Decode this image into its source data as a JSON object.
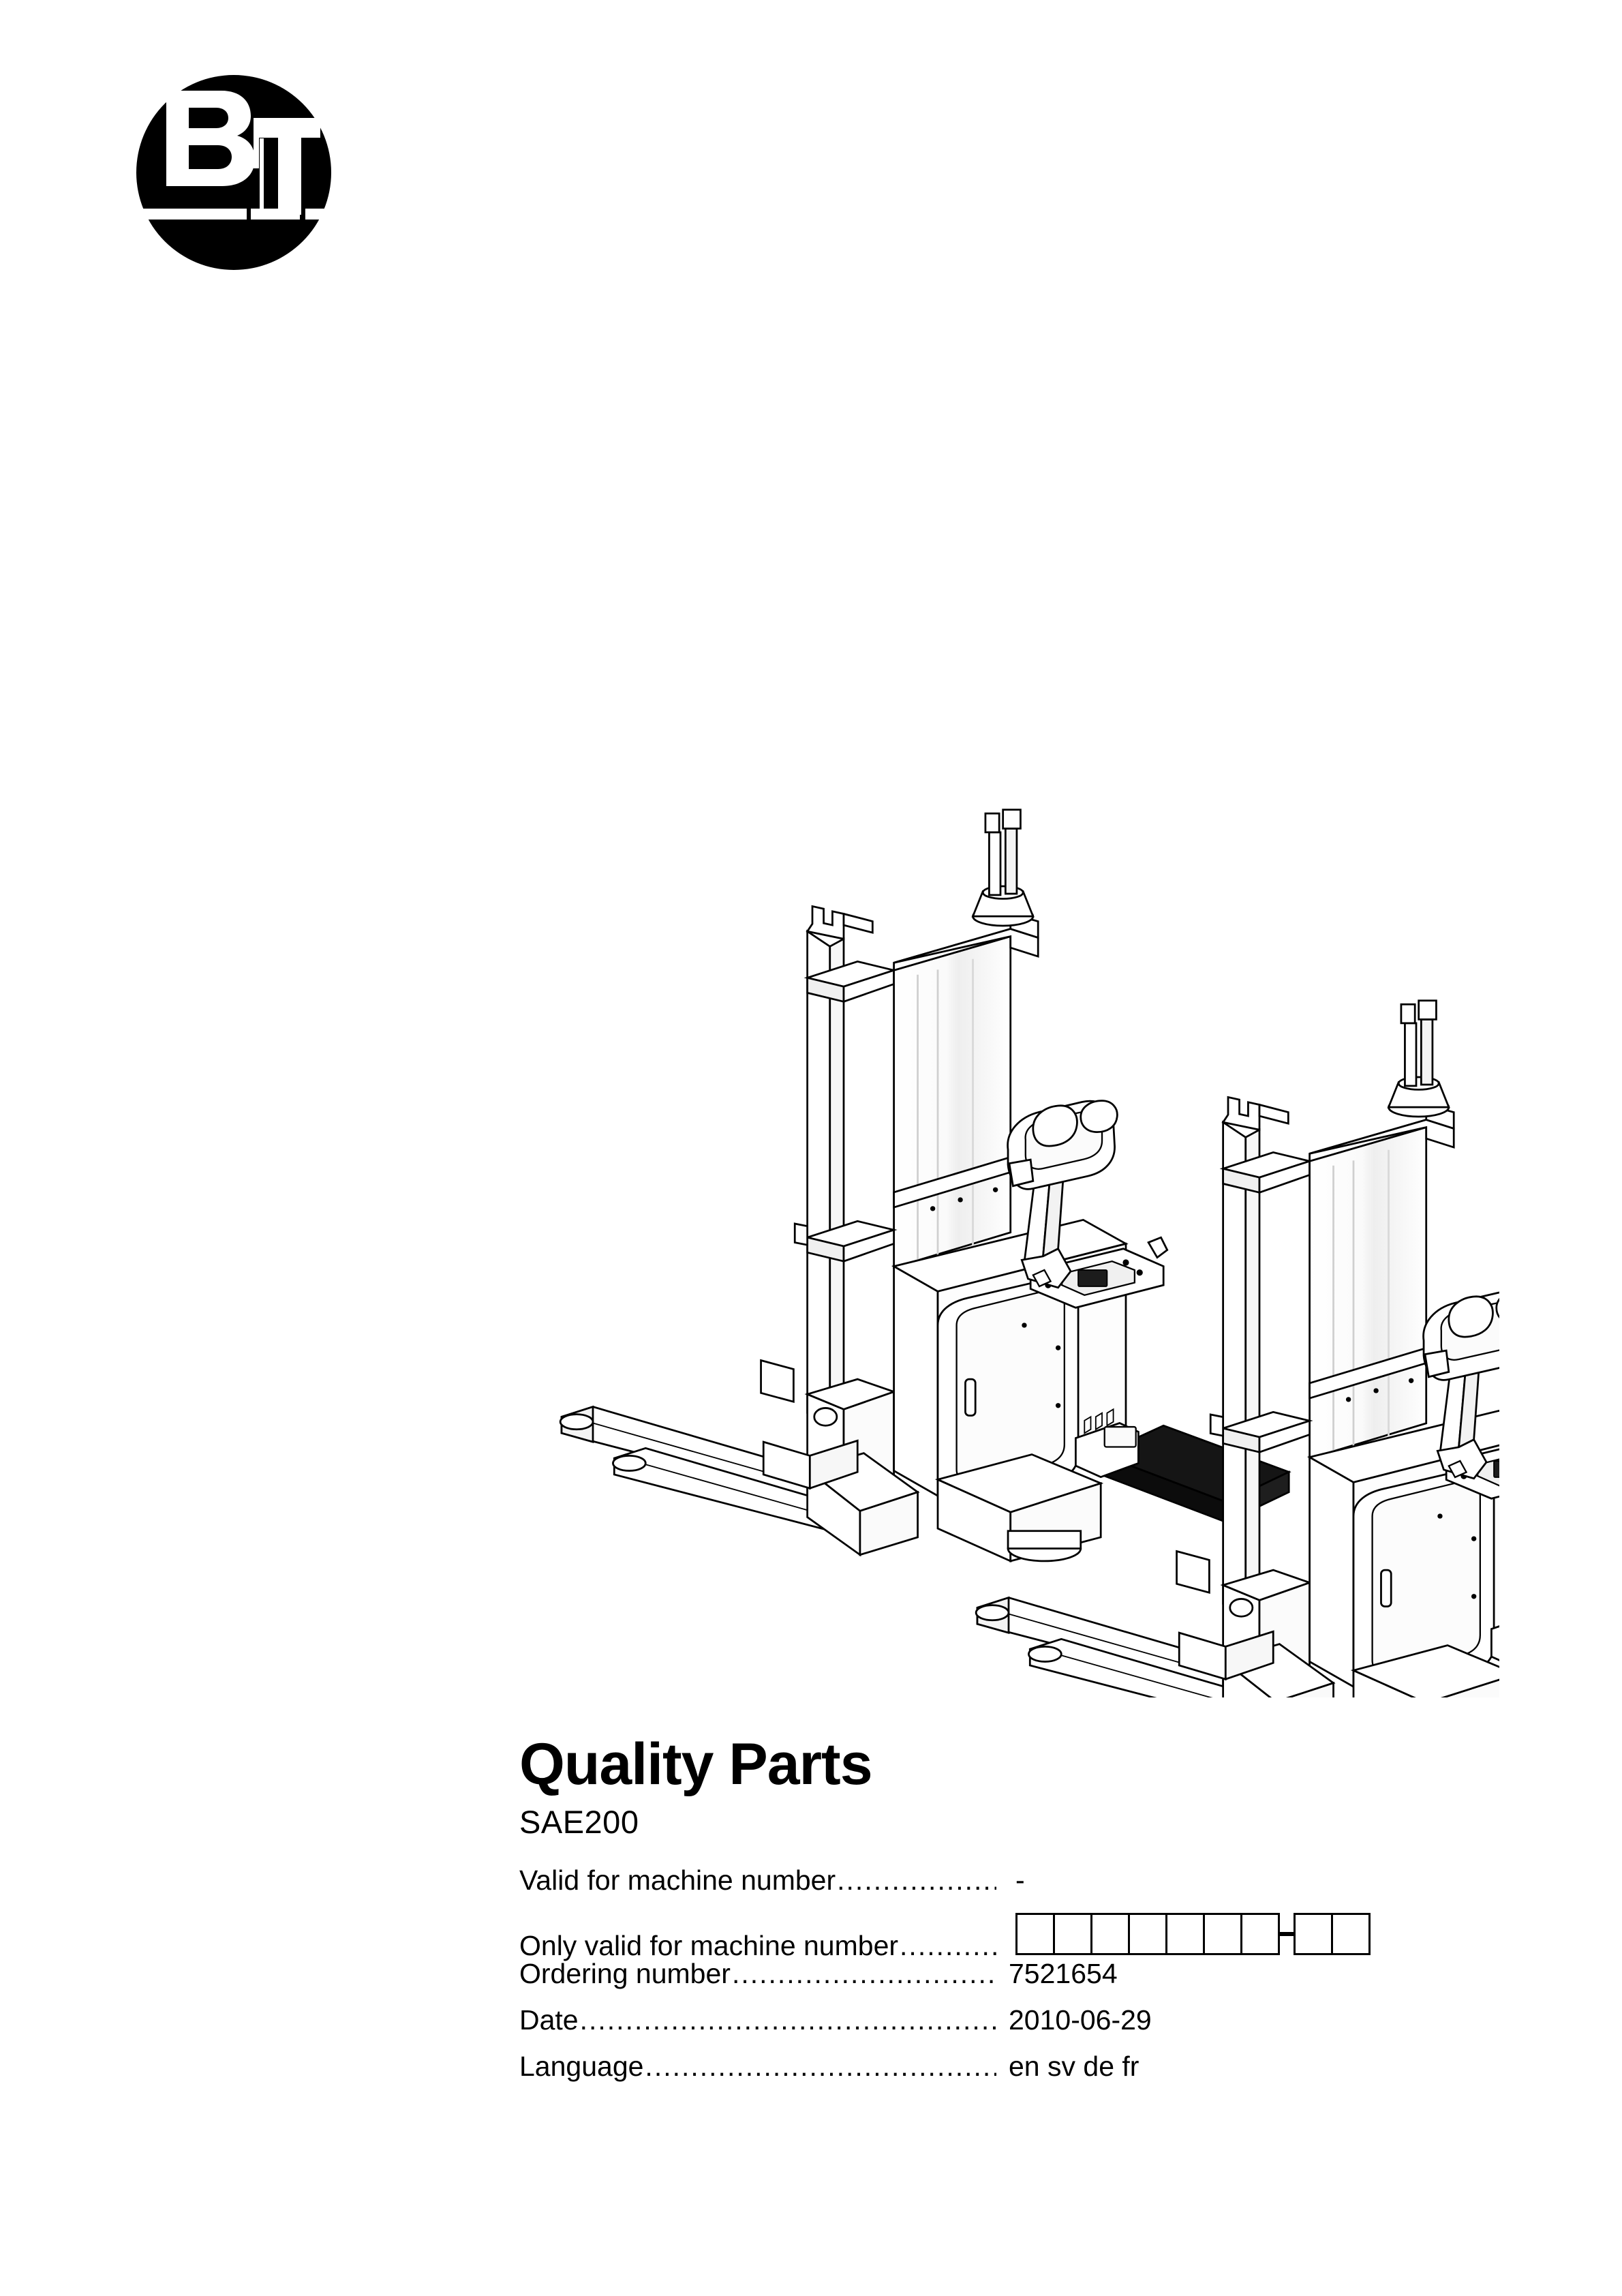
{
  "document": {
    "title": "Quality Parts",
    "subtitle": "SAE200",
    "brand": "BT",
    "brand_logo_letters": [
      "B",
      "T"
    ]
  },
  "info": {
    "rows": [
      {
        "label": "Valid for machine number",
        "leader": "....................",
        "value": "-",
        "type": "text"
      },
      {
        "label": "Only valid for machine number",
        "leader": "............",
        "value": "",
        "type": "boxes"
      },
      {
        "label": "Ordering number ",
        "leader": "................................",
        "value": "7521654",
        "type": "text"
      },
      {
        "label": "Date ",
        "leader": "....................................................",
        "value": "2010-06-29",
        "type": "text"
      },
      {
        "label": "Language",
        "leader": "...........................................",
        "value": " en sv de fr",
        "type": "text"
      }
    ],
    "machine_number_boxes": {
      "group_one_count": 7,
      "group_two_count": 2,
      "separator": "-",
      "values": [
        "",
        "",
        "",
        "",
        "",
        "",
        "",
        "",
        ""
      ]
    }
  },
  "illustration": {
    "caption": "",
    "subject": "two electric pallet stacker trucks, isometric technical line drawing",
    "unit_count": 2
  },
  "colors": {
    "ink": "#000000",
    "paper": "#ffffff",
    "platform_fill": "#1a1a1a",
    "panel_tint": "#f2f2f2"
  }
}
